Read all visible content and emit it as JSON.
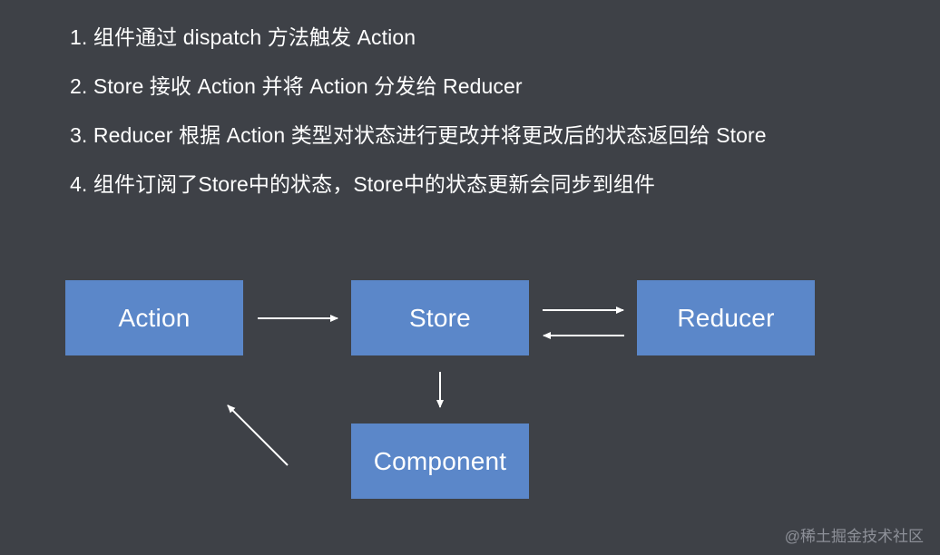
{
  "steps": [
    "1. 组件通过 dispatch 方法触发 Action",
    "2. Store 接收 Action 并将 Action 分发给 Reducer",
    "3. Reducer 根据 Action 类型对状态进行更改并将更改后的状态返回给 Store",
    "4. 组件订阅了Store中的状态，Store中的状态更新会同步到组件"
  ],
  "nodes": {
    "action": "Action",
    "store": "Store",
    "reducer": "Reducer",
    "component": "Component"
  },
  "watermark": "@稀土掘金技术社区",
  "colors": {
    "background": "#3e4147",
    "node_fill": "#5b87c9",
    "text": "#ffffff",
    "arrow": "#ffffff"
  }
}
